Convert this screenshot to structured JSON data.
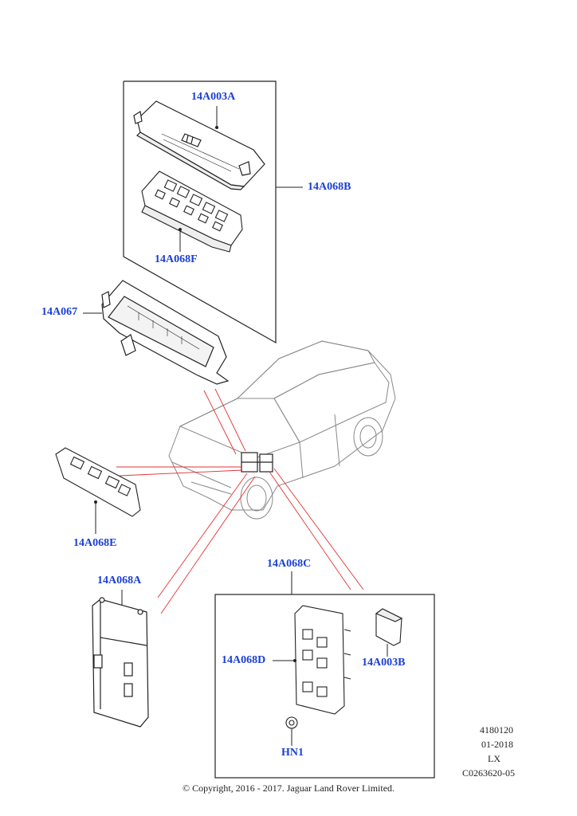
{
  "callouts": {
    "c_14A003A": "14A003A",
    "c_14A068B": "14A068B",
    "c_14A068F": "14A068F",
    "c_14A067": "14A067",
    "c_14A068E": "14A068E",
    "c_14A068A": "14A068A",
    "c_14A068C": "14A068C",
    "c_14A068D": "14A068D",
    "c_14A003B": "14A003B",
    "c_HN1": "HN1"
  },
  "reference": {
    "line1": "4180120",
    "line2": "01-2018",
    "line3": "LX",
    "line4": "C0263620-05"
  },
  "copyright": "© Copyright, 2016 - 2017. Jaguar Land Rover Limited.",
  "colors": {
    "callout_text": "#1b3fd6",
    "link_lines": "#e53030",
    "drawing": "#222222"
  }
}
